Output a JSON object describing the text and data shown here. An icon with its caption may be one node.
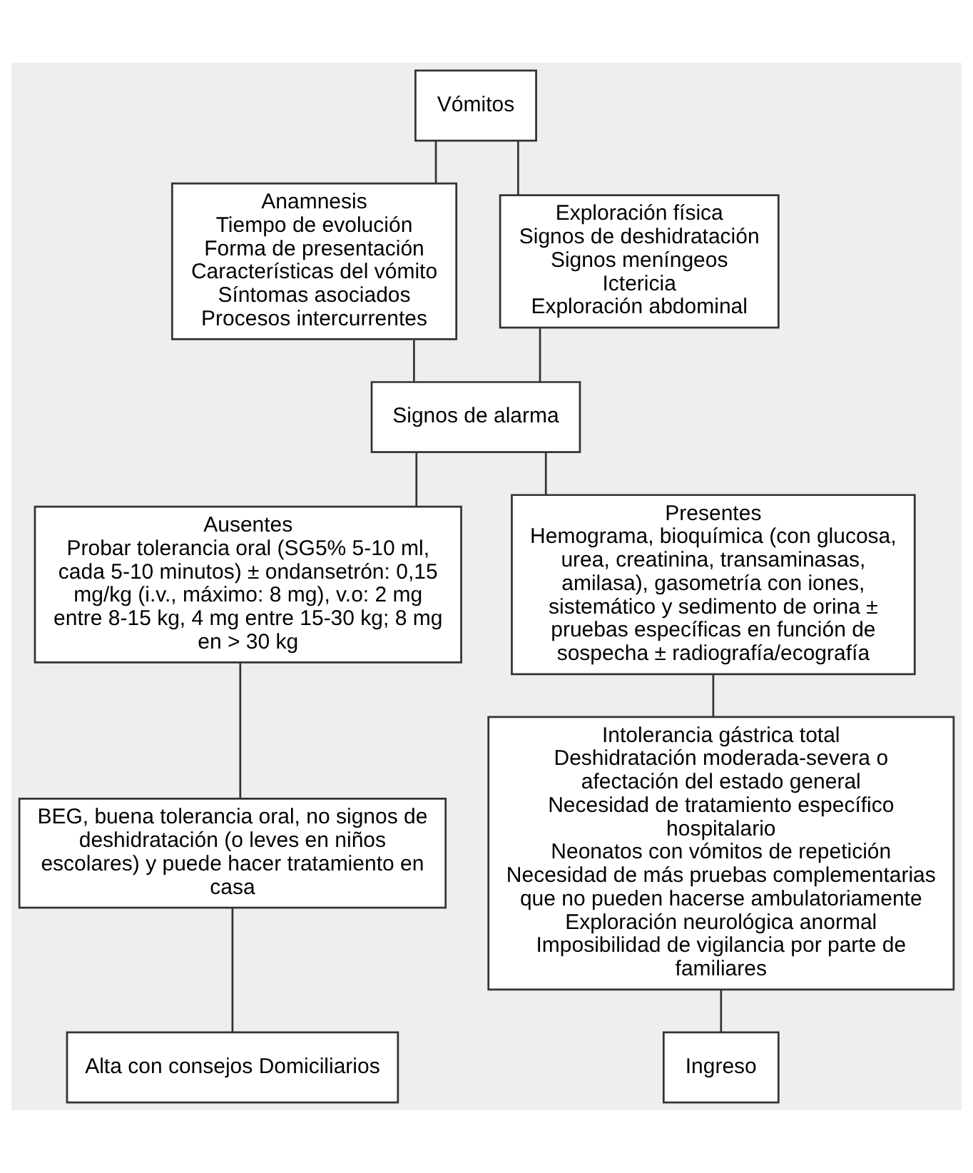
{
  "diagram": {
    "nodes": [
      {
        "text": [
          "Vómitos"
        ]
      },
      {
        "text": [
          "Anamnesis",
          "Tiempo de evolución",
          "Forma de presentación",
          "Características del vómito",
          "Síntomas asociados",
          "Procesos intercurrentes"
        ]
      },
      {
        "text": [
          "Exploración física",
          "Signos de deshidratación",
          "Signos meníngeos",
          "Ictericia",
          "Exploración abdominal"
        ]
      },
      {
        "text": [
          "Signos de alarma"
        ]
      },
      {
        "text": [
          "Ausentes",
          "Probar tolerancia oral (SG5% 5-10 ml, cada 5-10 minutos) ± ondansetrón: 0,15 mg/kg (i.v., máximo: 8 mg), v.o: 2 mg entre 8-15 kg, 4 mg entre 15-30 kg; 8 mg en > 30 kg"
        ]
      },
      {
        "text": [
          "Presentes",
          "Hemograma, bioquímica (con glucosa, urea, creatinina, transaminasas, amilasa), gasometría con iones, sistemático y sedimento de orina ± pruebas específicas en función de sospecha ± radiografía/ecografía"
        ]
      },
      {
        "text": [
          "BEG, buena tolerancia oral, no signos de deshidratación (o leves en niños escolares) y puede hacer tratamiento en casa"
        ]
      },
      {
        "text": [
          "Alta con consejos Domiciliarios"
        ]
      },
      {
        "text": [
          "Intolerancia gástrica total",
          "Deshidratación moderada-severa o afectación del estado general",
          "Necesidad de tratamiento específico hospitalario",
          "Neonatos con vómitos de repetición",
          "Necesidad de más pruebas complementarias que no pueden hacerse ambulatoriamente",
          "Exploración neurológica anormal",
          "Imposibilidad de vigilancia por parte de familiares"
        ]
      },
      {
        "text": [
          "Ingreso"
        ]
      }
    ],
    "edges": [
      {
        "from": 0,
        "to": 1,
        "arrow": "none"
      },
      {
        "from": 0,
        "to": 2,
        "arrow": "none"
      },
      {
        "from": 1,
        "to": 3,
        "arrow": "none"
      },
      {
        "from": 2,
        "to": 3,
        "arrow": "none"
      },
      {
        "from": 3,
        "to": 4,
        "arrow": "none"
      },
      {
        "from": 3,
        "to": 5,
        "arrow": "none"
      },
      {
        "from": 4,
        "to": 6,
        "arrow": "none"
      },
      {
        "from": 6,
        "to": 7,
        "arrow": "none"
      },
      {
        "from": 5,
        "to": 8,
        "arrow": "none"
      },
      {
        "from": 8,
        "to": 9,
        "arrow": "none"
      }
    ]
  }
}
